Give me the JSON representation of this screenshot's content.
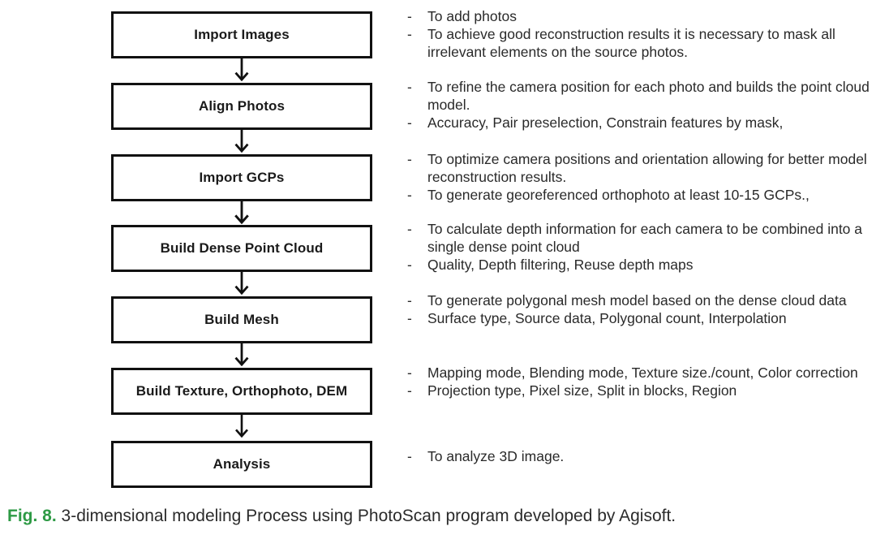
{
  "steps": [
    {
      "label": "Import Images",
      "notes": [
        "To add photos",
        "To achieve good reconstruction results it is necessary to mask all irrelevant elements on the source photos."
      ]
    },
    {
      "label": "Align Photos",
      "notes": [
        "To refine the camera position for each photo and builds the point cloud model.",
        "Accuracy, Pair preselection, Constrain features by mask,"
      ]
    },
    {
      "label": "Import GCPs",
      "notes": [
        "To optimize camera positions and orientation allowing for better model reconstruction results.",
        "To generate georeferenced orthophoto at least 10-15 GCPs.,"
      ]
    },
    {
      "label": "Build Dense Point Cloud",
      "notes": [
        "To calculate depth information for each camera to be combined into a single dense point cloud",
        "Quality, Depth filtering, Reuse depth maps"
      ]
    },
    {
      "label": "Build Mesh",
      "notes": [
        "To generate polygonal mesh model based on the dense cloud data",
        "Surface type, Source data, Polygonal count, Interpolation"
      ]
    },
    {
      "label": "Build Texture, Orthophoto, DEM",
      "notes": [
        "Mapping mode, Blending mode, Texture size./count, Color correction",
        "Projection type, Pixel size, Split in blocks, Region"
      ]
    },
    {
      "label": "Analysis",
      "notes": [
        "To analyze 3D image."
      ]
    }
  ],
  "bullet": "-",
  "caption": {
    "label": "Fig. 8.",
    "text": "3-dimensional modeling Process using PhotoScan program developed by Agisoft."
  },
  "colors": {
    "box_border": "#111111",
    "arrow": "#111111",
    "caption_label": "#2e9a45",
    "text": "#2a2a2a"
  }
}
